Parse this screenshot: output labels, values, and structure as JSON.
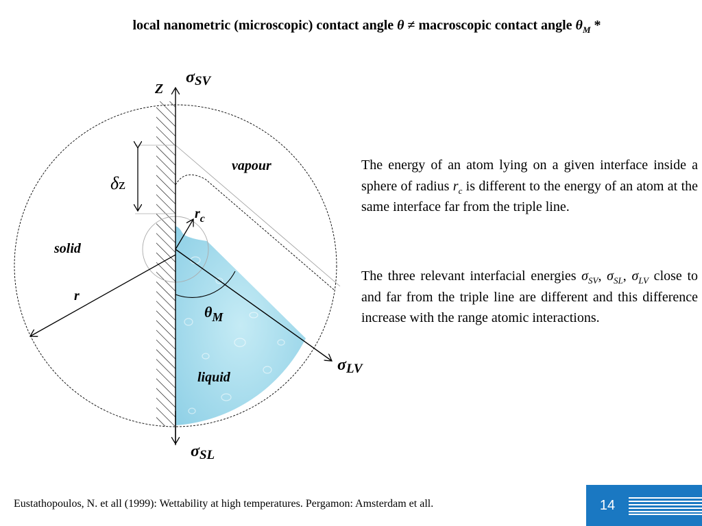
{
  "title": {
    "part1": "local nanometric (microscopic) contact angle ",
    "theta": "θ",
    "neq": " ≠ ",
    "part2": " macroscopic contact angle ",
    "theta_m": "θ",
    "sub_m": "M",
    "star": " *"
  },
  "diagram": {
    "sigma": "σ",
    "sv": "SV",
    "lv": "LV",
    "sl": "SL",
    "z_axis": "Z",
    "vapour": "vapour",
    "solid": "solid",
    "liquid": "liquid",
    "r": "r",
    "rc_r": "r",
    "rc_c": "c",
    "delta": "δ",
    "z": "z",
    "theta": "θ",
    "m": "M"
  },
  "paragraph1": {
    "a": "The energy of an atom lying on a given interface inside a sphere of radius ",
    "r": "r",
    "c": "c",
    "b": " is different to the energy of an atom at the same interface far from the triple line."
  },
  "paragraph2": {
    "a": "The three relevant interfacial energies ",
    "sigma": "σ",
    "sv": "SV",
    "comma1": ", ",
    "sl": "SL",
    "comma2": ", ",
    "lv": "LV",
    "b": " close to and far from the triple line are different and this difference increase with the range atomic interactions."
  },
  "footer": "Eustathopoulos, N. et all (1999): Wettability at high temperatures. Pergamon: Amsterdam et all.",
  "slide_number": "14",
  "colors": {
    "liquid": "#a9dcec",
    "badge": "#1a78c2"
  }
}
